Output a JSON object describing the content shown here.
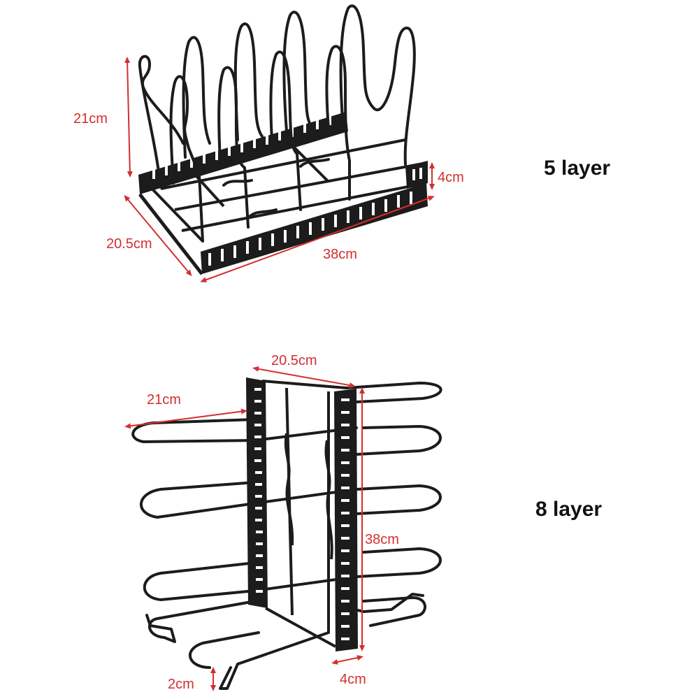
{
  "colors": {
    "background": "#ffffff",
    "rack": "#1c1c1c",
    "dimension": "#d32f2f",
    "label_text": "#111111"
  },
  "top_rack": {
    "layer_label": "5 layer",
    "dims": {
      "height": "21cm",
      "side_height": "4cm",
      "depth": "20.5cm",
      "length": "38cm"
    }
  },
  "bottom_rack": {
    "layer_label": "8 layer",
    "dims": {
      "depth": "20.5cm",
      "arm_length": "21cm",
      "height": "38cm",
      "foot_height": "2cm",
      "width": "4cm"
    }
  }
}
